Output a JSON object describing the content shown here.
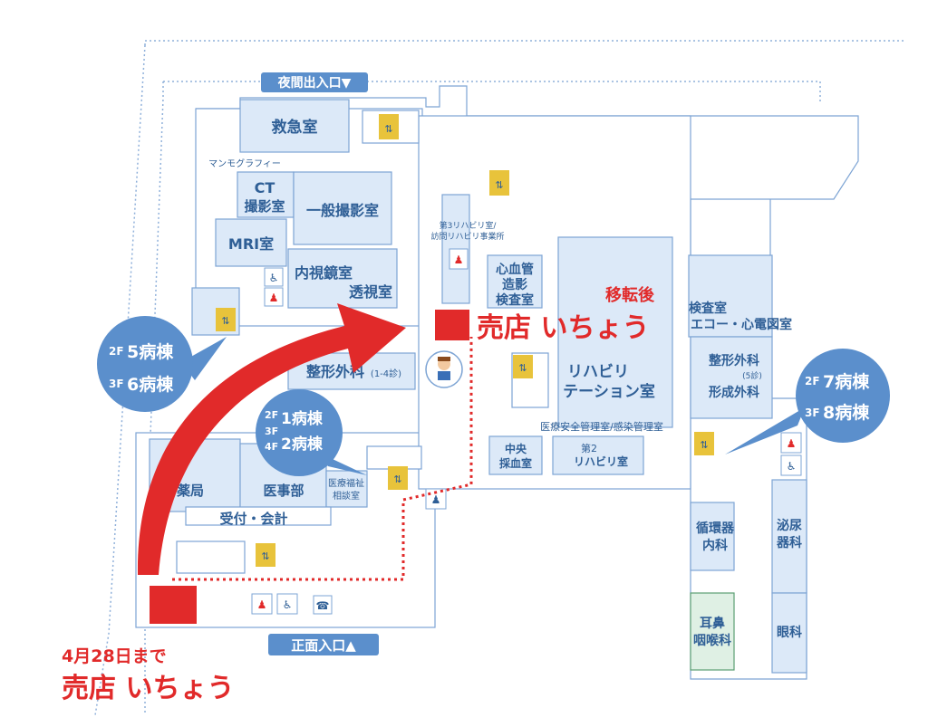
{
  "colors": {
    "room": "#dce9f8",
    "line": "#7da4d4",
    "label": "#2f5f96",
    "accent": "#e12a2a",
    "bubble": "#5b8fcc",
    "green": "#dff0e4"
  },
  "entrances": {
    "night": "夜間出入口▼",
    "front": "正面入口▲"
  },
  "rooms": {
    "er": "救急室",
    "mammo": "マンモグラフィー",
    "ct1": "CT",
    "ct2": "撮影室",
    "general_xray": "一般撮影室",
    "mri": "MRI室",
    "endoscopy": "内視鏡室",
    "fluoro": "透視室",
    "ortho_main": "整形外科",
    "ortho_clinic": "(1-4診)",
    "rehab_office1": "第3リハビリ室/",
    "rehab_office2": "訪問リハビリ事業所",
    "cardio1": "心血管",
    "cardio2": "造影",
    "cardio3": "検査室",
    "rehab_main1": "リハビリ",
    "rehab_main2": "テーション室",
    "safety": "医療安全管理室/感染管理室",
    "blood1": "中央",
    "blood2": "採血室",
    "rehab2_1": "第2",
    "rehab2_2": "リハビリ室",
    "pharmacy": "薬局",
    "medical_affairs": "医事部",
    "welfare1": "医療福祉",
    "welfare2": "相談室",
    "reception": "受付・会計",
    "exam1": "検査室",
    "exam2": "エコー・心電図室",
    "ortho2_1": "整形外科",
    "ortho2_2": "(5診)",
    "ortho2_3": "形成外科",
    "circ1": "循環器",
    "circ2": "内科",
    "ent1": "耳鼻",
    "ent2": "咽喉科",
    "uro1": "泌尿",
    "uro2": "器科",
    "eye": "眼科"
  },
  "wards": {
    "w56": {
      "line1_floor": "2F",
      "line1_name": "5病棟",
      "line2_floor": "3F",
      "line2_name": "6病棟"
    },
    "w12": {
      "line1_floor": "2F",
      "line1_name": "1病棟",
      "line2_floor": "3F",
      "line3_floor": "4F",
      "line3_name": "2病棟"
    },
    "w78": {
      "line1_floor": "2F",
      "line1_name": "7病棟",
      "line2_floor": "3F",
      "line2_name": "8病棟"
    }
  },
  "shop": {
    "after_label": "移転後",
    "name": "売店 いちょう",
    "until_date": "4月28日まで",
    "old_name": "売店 いちょう"
  },
  "icons": [
    "elevator-icon",
    "restroom-icon",
    "wheelchair-icon",
    "phone-icon",
    "mascot-icon"
  ]
}
